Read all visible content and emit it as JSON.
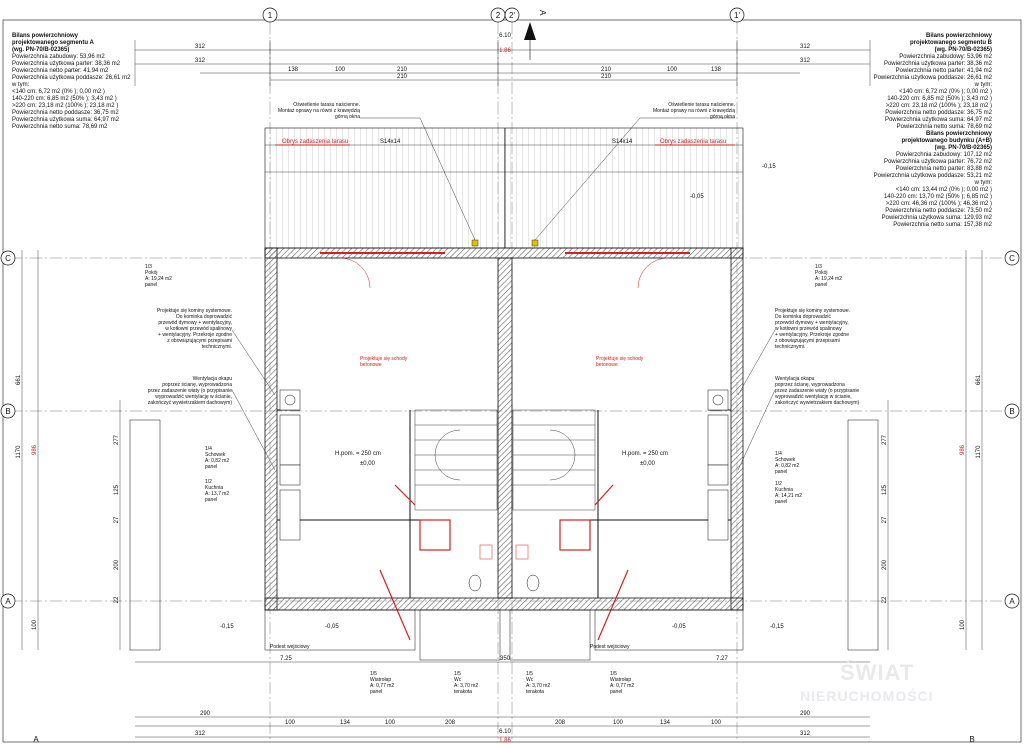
{
  "grid_labels": {
    "top": [
      "1",
      "2",
      "2'",
      "1'"
    ],
    "sides": [
      "C",
      "B",
      "A"
    ],
    "bottom": [
      "A",
      "B"
    ],
    "section_mark": "A"
  },
  "dims_top": {
    "row1": [
      "312",
      "312"
    ],
    "row2": [
      "312",
      "312"
    ],
    "row3": [
      "138",
      "100",
      "210",
      "210",
      "100",
      "138"
    ],
    "row4": [
      "210",
      "210"
    ],
    "center": [
      "6.10",
      "1.86"
    ]
  },
  "dims_bottom": {
    "row1": [
      "7.25",
      "350",
      "7.27"
    ],
    "row2": [
      "290",
      "290"
    ],
    "row3": [
      "100",
      "134",
      "100",
      "208",
      "208",
      "100",
      "134",
      "100"
    ],
    "row4": [
      "312",
      "312"
    ],
    "center": [
      "6.10",
      "1.86"
    ]
  },
  "dims_side": {
    "left": [
      "22",
      "661",
      "986",
      "1170",
      "277",
      "125",
      "27",
      "200",
      "22",
      "100"
    ],
    "right": [
      "22",
      "661",
      "986",
      "1170",
      "277",
      "125",
      "27",
      "200",
      "22",
      "100"
    ]
  },
  "levels": [
    "-0,15",
    "-0,05",
    "-0,15",
    "-0,05",
    "±0,00",
    "±0,00"
  ],
  "heights": [
    "H.pom. = 250 cm",
    "H.pom. = 250 cm"
  ],
  "notes": {
    "facade_light_left": "Oświetlenie tarasu naścienne.\nMontaż oprawy na równi z krawędzią\ngórną okna",
    "facade_light_right": "Oświetlenie tarasu naścienne.\nMontaż oprawy na równi z krawędzią\ngórną okna",
    "shutters_left": "Obrys zadaszenia tarasu",
    "shutters_right": "Obrys zadaszenia tarasu",
    "terrace_left": "S14x14",
    "terrace_right": "S14x14",
    "chimney_left": "Projektuje się kominy systemowe.\nDo kominka doprowadzić\nprzewód dymowy + wentylacyjny,\nw kotłowni przewód spalinowy\n+ wentylacyjny. Przekroje zgodne\nz obowiązującymi przepisami\ntechnicznymi.",
    "chimney_right": "Projektuje się kominy systemowe.\nDo kominka doprowadzić\nprzewód dymowy + wentylacyjny,\nw kotłowni przewód spalinowy\n+ wentylacyjny. Przekroje zgodne\nz obowiązującymi przepisami\ntechnicznymi.",
    "stairs_left": "Projektuje się schody\nbetonowe",
    "stairs_right": "Projektuje się schody\nbetonowe",
    "vent_left": "Wentylacja okapu\npoprzez ścianę, wyprowadzona\nprzez zadaszenie wiaty (o przypisanie\nwyprowadzić wentylację w ścianie,\nzakończyć wywietrzakiem dachowym)",
    "vent_right": "Wentylacja okapu\npoprzez ścianę, wyprowadzona\nprzez zadaszenie wiaty (o przypisanie\nwyprowadzić wentylację w ścianie,\nzakończyć wywietrzakiem dachowym)",
    "entrance_left": "Podest wejściowy",
    "entrance_right": "Podest wejściowy"
  },
  "rooms_left": [
    {
      "num": "1/3",
      "name": "Pokój",
      "area": "A: 19,24 m2",
      "floor": "panel"
    },
    {
      "num": "1/4",
      "name": "Schowek",
      "area": "A: 0,82 m2",
      "floor": "panel"
    },
    {
      "num": "1/2",
      "name": "Kuchnia",
      "area": "A: 13,7 m2",
      "floor": "panel"
    },
    {
      "num": "1/5",
      "name": "Wiatrołap",
      "area": "A: 0,77 m2",
      "floor": "panel"
    },
    {
      "num": "1/5",
      "name": "Wc",
      "area": "A: 3,70 m2",
      "floor": "terakota"
    }
  ],
  "rooms_right": [
    {
      "num": "1/3",
      "name": "Pokój",
      "area": "A: 19,24 m2",
      "floor": "panel"
    },
    {
      "num": "1/4",
      "name": "Schowek",
      "area": "A: 0,82 m2",
      "floor": "panel"
    },
    {
      "num": "1/2",
      "name": "Kuchnia",
      "area": "A: 14,21 m2",
      "floor": "panel"
    },
    {
      "num": "1/5",
      "name": "Wiatrołap",
      "area": "A: 0,77 m2",
      "floor": "panel"
    },
    {
      "num": "1/5",
      "name": "Wc",
      "area": "A: 3,70 m2",
      "floor": "terakota"
    }
  ],
  "balance_left": {
    "title": "Bilans powierzchniowy\nprojektowanego segmentu A\n(wg. PN-70/B-02365)",
    "lines": [
      "Powierzchnia zabudowy: 53,96 m2",
      "Powierzchnia użytkowa parter: 38,36 m2",
      "Powierzchnia netto parter: 41,94 m2",
      "Powierzchnia użytkowa poddasze: 26,61 m2",
      "w tym:",
      "<140 cm: 6,72 m2 (0% ); 0,00 m2 )",
      "140-220 cm: 6,85 m2 (50% ); 3,43 m2 )",
      ">220 cm: 23,18 m2 (100% ); 23,18 m2 )",
      "Powierzchnia netto poddasze: 36,75 m2",
      "Powierzchnia użytkowa suma: 64,97 m2",
      "Powierzchnia netto suma: 78,69 m2"
    ]
  },
  "balance_right": {
    "title": "Bilans powierzchniowy\nprojektowanego segmentu B\n(wg. PN-70/B-02365)",
    "lines": [
      "Powierzchnia zabudowy: 53,96 m2",
      "Powierzchnia użytkowa parter: 38,36 m2",
      "Powierzchnia netto parter: 41,94 m2",
      "Powierzchnia użytkowa poddasze: 26,61 m2",
      "w tym:",
      "<140 cm: 6,72 m2 (0% ); 0,00 m2 )",
      "140-220 cm: 6,85 m2 (50% ); 3,43 m2 )",
      ">220 cm: 23,18 m2 (100% ); 23,18 m2 )",
      "Powierzchnia netto poddasze: 36,75 m2",
      "Powierzchnia użytkowa suma: 64,97 m2",
      "Powierzchnia netto suma: 78,69 m2"
    ]
  },
  "balance_building": {
    "title": "Bilans powierzchniowy\nprojektowanego budynku (A+B)\n(wg. PN-70/B-02365)",
    "lines": [
      "Powierzchnia zabudowy: 107,12 m2",
      "Powierzchnia użytkowa parter: 76,72 m2",
      "Powierzchnia netto parter: 83,88 m2",
      "Powierzchnia użytkowa poddasze: 53,21 m2",
      "w tym:",
      "<140 cm: 13,44 m2 (0% ); 0,00 m2 )",
      "140-220 cm: 13,70 m2 (50% ); 6,85 m2 )",
      ">220 cm: 46,36 m2 (100% ); 46,36 m2 )",
      "Powierzchnia netto poddasze: 73,50 m2",
      "Powierzchnia użytkowa suma: 129,93 m2",
      "Powierzchnia netto suma: 157,38 m2"
    ]
  },
  "watermark": {
    "line1": "ŚWIAT",
    "line2": "NIERUCHOMOŚCI"
  },
  "colors": {
    "line": "#111111",
    "red": "#d42020",
    "wall": "#555555",
    "hatch": "#888888"
  }
}
